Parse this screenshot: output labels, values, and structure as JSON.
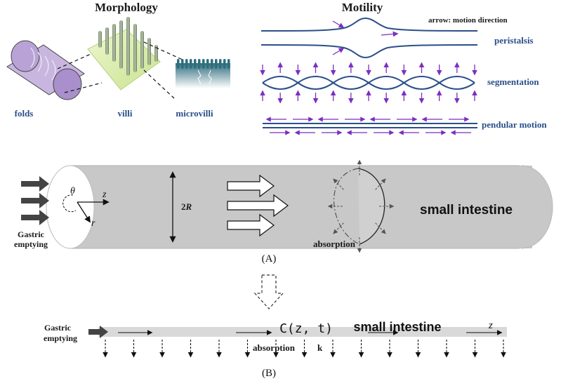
{
  "morphology": {
    "title": "Morphology",
    "folds_label": "folds",
    "villi_label": "villi",
    "microvilli_label": "microvilli"
  },
  "motility": {
    "title": "Motility",
    "arrow_note": "arrow: motion direction",
    "peristalsis_label": "peristalsis",
    "segmentation_label": "segmentation",
    "pendular_label": "pendular motion"
  },
  "panel_a": {
    "gastric_label_line1": "Gastric",
    "gastric_label_line2": "emptying",
    "theta_symbol": "θ",
    "z_symbol": "z",
    "r_symbol": "r",
    "radius_label_num": "2",
    "radius_label_var": "R",
    "absorption_label": "absorption",
    "intestine_label": "small intestine",
    "caption": "(A)"
  },
  "panel_b": {
    "gastric_label_line1": "Gastric",
    "gastric_label_line2": "emptying",
    "concentration_label": "C(z, t)",
    "intestine_label": "small intestine",
    "z_symbol": "z",
    "absorption_label": "absorption",
    "k_label": "k",
    "caption": "(B)"
  },
  "colors": {
    "text_blue": "#2a4f8a",
    "motility_line": "#2a4f8a",
    "motility_arrow": "#7b2fbf",
    "tube_gray": "#c8c8c8",
    "fold_purple": "#b9a3d6",
    "villi_green": "#d9ecb0",
    "microvilli_teal": "#2f6e7e"
  }
}
